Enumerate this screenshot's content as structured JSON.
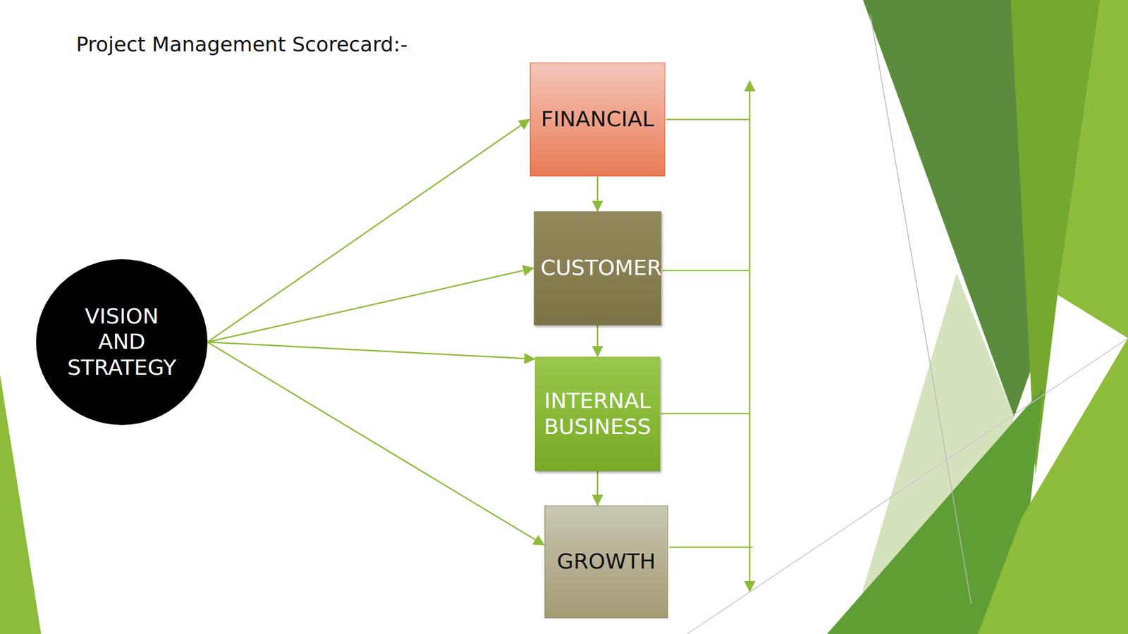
{
  "diagram": {
    "title": "Project Management Scorecard:-",
    "nodes": [
      {
        "text": [
          "VISION AND STRATEGY"
        ]
      },
      {
        "text": [
          "FINANCIAL"
        ]
      },
      {
        "text": [
          "CUSTOMER"
        ]
      },
      {
        "text": [
          "INTERNAL BUSINESS"
        ]
      },
      {
        "text": [
          "GROWTH"
        ]
      }
    ],
    "edges": [
      {
        "from": 0,
        "to": 1,
        "arrow": "to"
      },
      {
        "from": 0,
        "to": 2,
        "arrow": "to"
      },
      {
        "from": 0,
        "to": 3,
        "arrow": "to"
      },
      {
        "from": 0,
        "to": 4,
        "arrow": "to"
      },
      {
        "from": 1,
        "to": 2,
        "arrow": "to"
      },
      {
        "from": 2,
        "to": 3,
        "arrow": "to"
      },
      {
        "from": 3,
        "to": 4,
        "arrow": "to"
      }
    ]
  }
}
